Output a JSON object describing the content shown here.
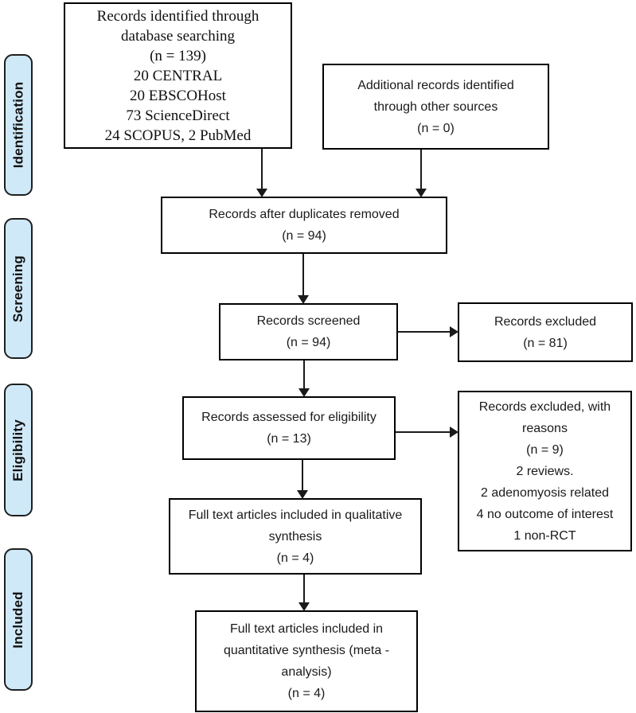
{
  "stages": [
    "Identification",
    "Screening",
    "Eligibility",
    "Included"
  ],
  "colors": {
    "stage_fill": "#cfe9f8",
    "stage_border": "#1f1f1f",
    "box_border": "#000000",
    "arrow": "#1a1a1a"
  },
  "boxes": {
    "db_search": {
      "lines": [
        "Records identified through",
        "database searching",
        "(n = 139)",
        "20 CENTRAL",
        "20 EBSCOHost",
        "73 ScienceDirect",
        "24 SCOPUS, 2 PubMed"
      ]
    },
    "other_sources": {
      "lines": [
        "Additional records identified",
        "through other sources",
        "(n = 0)"
      ]
    },
    "duplicates_removed": {
      "lines": [
        "Records after duplicates removed",
        "(n = 94)"
      ]
    },
    "screened": {
      "lines": [
        "Records screened",
        "(n = 94)"
      ]
    },
    "excluded": {
      "lines": [
        "Records excluded",
        "(n = 81)"
      ]
    },
    "assessed": {
      "lines": [
        "Records assessed for eligibility",
        "(n = 13)"
      ]
    },
    "excluded_reasons": {
      "lines": [
        "Records excluded, with",
        "reasons",
        "(n = 9)",
        "2 reviews.",
        "2 adenomyosis related",
        "4 no outcome of interest",
        "1 non-RCT"
      ]
    },
    "qualitative": {
      "lines": [
        "Full text articles included in qualitative",
        "synthesis",
        "(n = 4)"
      ]
    },
    "quantitative": {
      "lines": [
        "Full text articles included in",
        "quantitative synthesis (meta -",
        "analysis)",
        "(n = 4)"
      ]
    }
  }
}
